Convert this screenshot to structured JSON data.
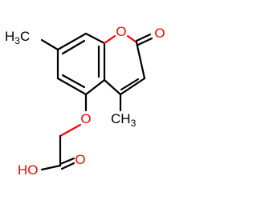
{
  "molecule": {
    "labels": {
      "methyl_7": "H3C",
      "ring_oxygen": "O",
      "carbonyl_oxygen": "O",
      "methyl_4": "CH3",
      "ether_oxygen": "O",
      "hydroxyl": "HO",
      "acid_oxygen": "O"
    }
  },
  "colors": {
    "carbon": "#000000",
    "oxygen": "#ff0000",
    "background": "#ffffff"
  }
}
